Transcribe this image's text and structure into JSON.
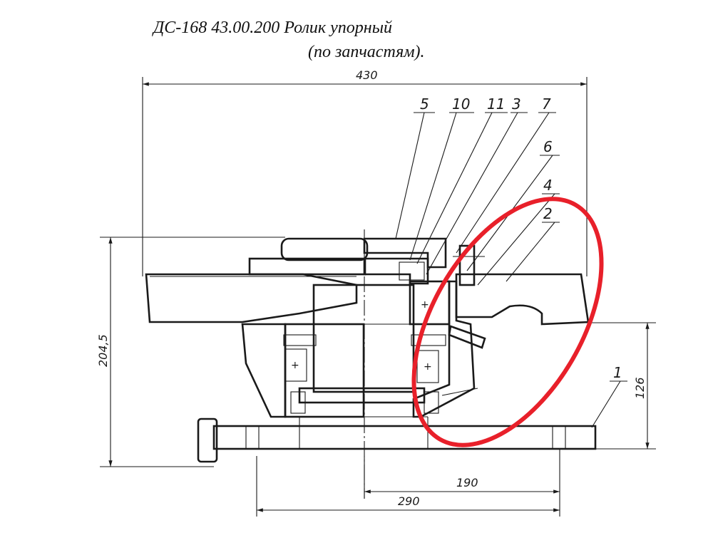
{
  "title": {
    "line1": "ДС-168 43.00.200 Ролик упорный",
    "line2": "(по запчастям)."
  },
  "dimensions": {
    "overall_width": "430",
    "overall_height": "204,5",
    "right_height": "126",
    "inner_span": "190",
    "outer_span": "290"
  },
  "callouts": [
    "5",
    "10",
    "11",
    "3",
    "7",
    "6",
    "4",
    "2",
    "1"
  ],
  "colors": {
    "lines": "#1a1a1a",
    "highlight": "#e8202a"
  }
}
